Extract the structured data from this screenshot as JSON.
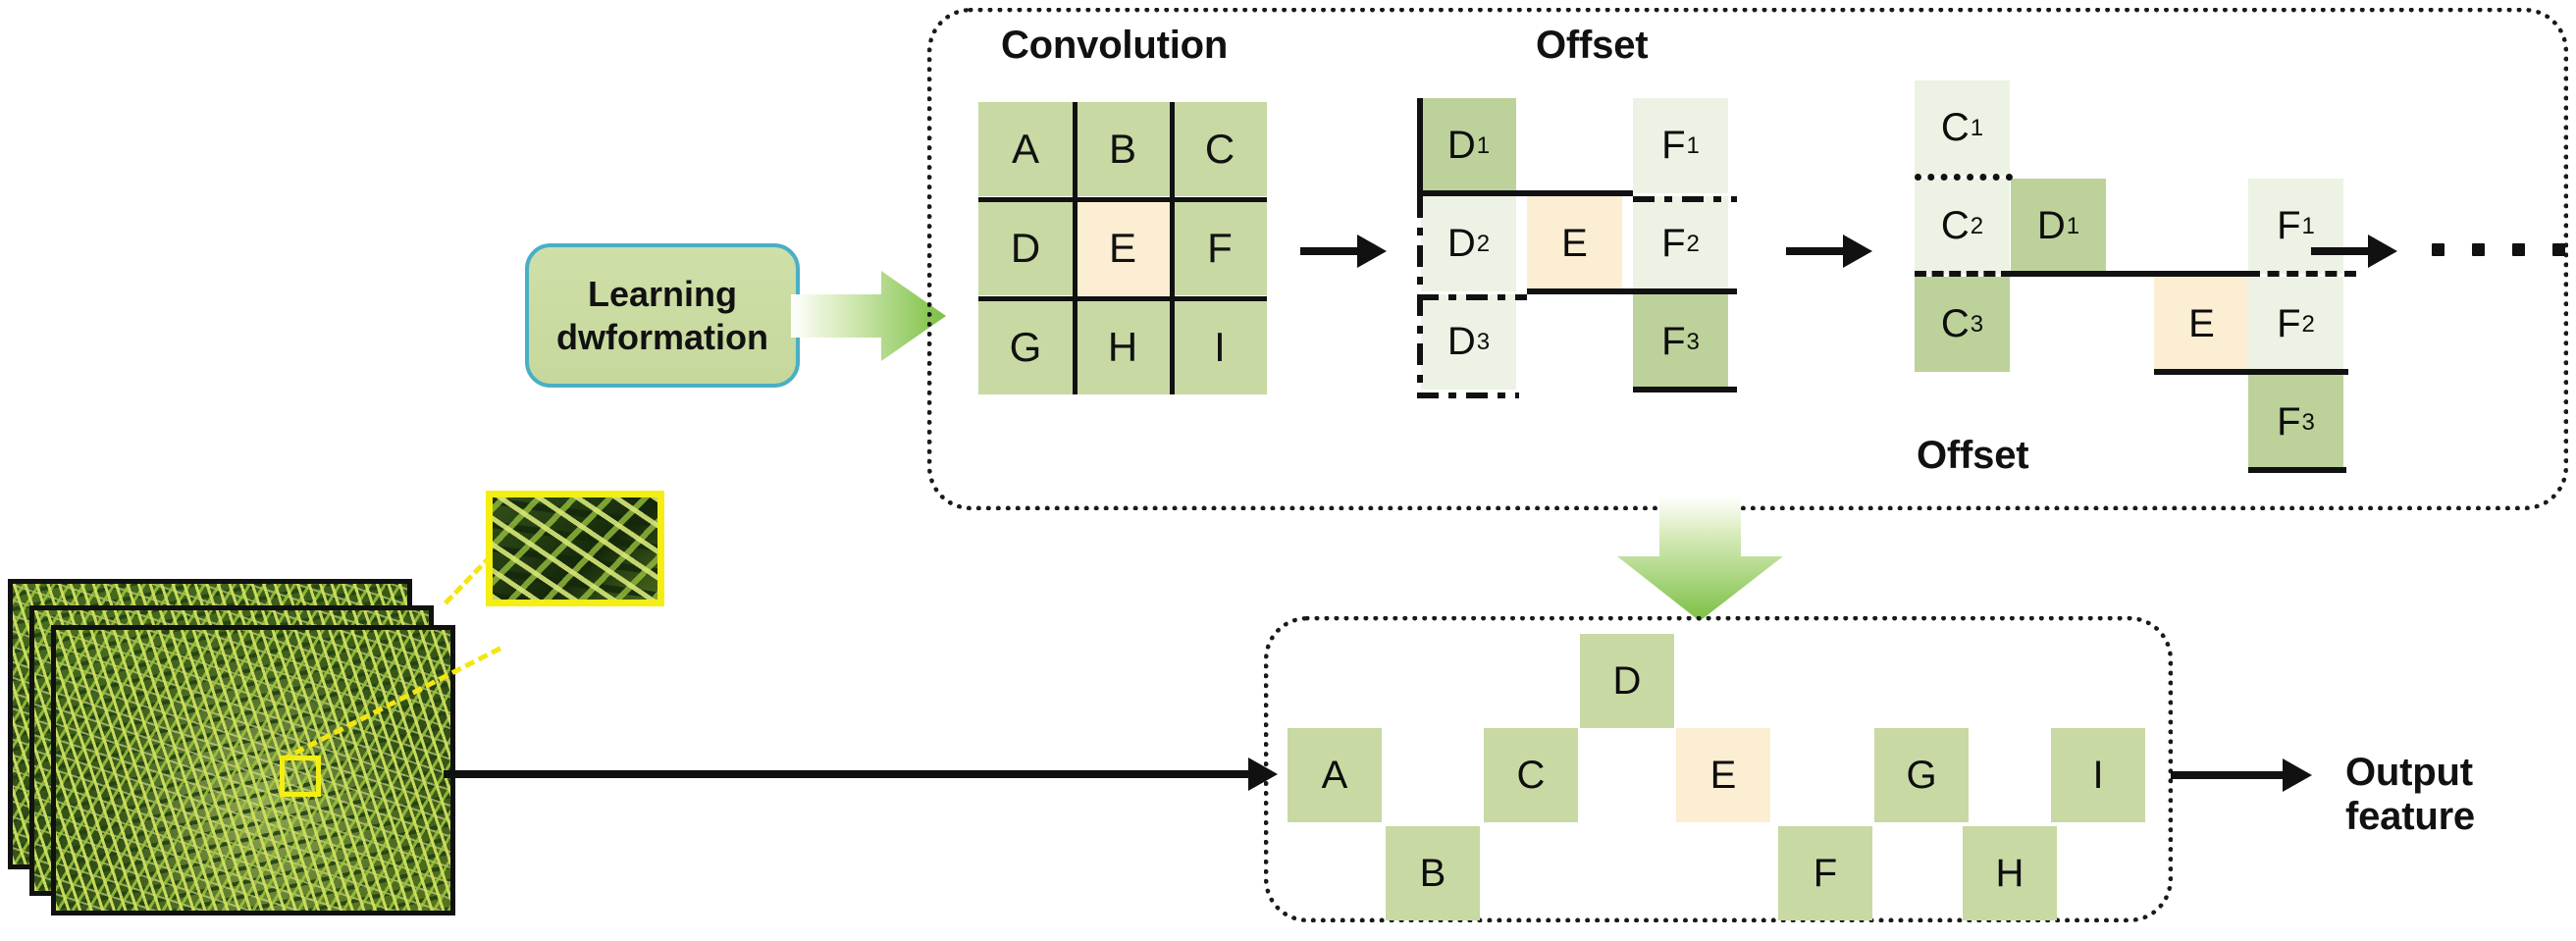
{
  "figure": {
    "title": "Deformable convolution learning diagram",
    "colors": {
      "cell_green_dark": "#bdd29a",
      "cell_green_mid": "#c8d9a4",
      "cell_green_light": "#e2ecd5",
      "cell_green_pale": "#edf3e4",
      "cell_cream": "#fbeed2",
      "accent_green_arrow": "#8cc63f",
      "box_border_blue": "#4aafc4",
      "roi_yellow": "#f4ee14",
      "line_black": "#111111"
    }
  },
  "learning_box": {
    "line1": "Learning",
    "line2": "dwformation"
  },
  "top_panel": {
    "headings": {
      "convolution": "Convolution",
      "offset_top": "Offset",
      "offset_bottom": "Offset"
    },
    "convolution_grid": {
      "rows": [
        [
          "A",
          "B",
          "C"
        ],
        [
          "D",
          "E",
          "F"
        ],
        [
          "G",
          "H",
          "I"
        ]
      ],
      "center_cell": "E"
    },
    "offset_step_1": {
      "cells": [
        {
          "label": "D",
          "sub": "1"
        },
        {
          "label": "F",
          "sub": "1"
        },
        {
          "label": "D",
          "sub": "2"
        },
        {
          "label": "E",
          "sub": ""
        },
        {
          "label": "F",
          "sub": "2"
        },
        {
          "label": "D",
          "sub": "3"
        },
        {
          "label": "F",
          "sub": "3"
        }
      ]
    },
    "offset_step_2": {
      "cells": [
        {
          "label": "C",
          "sub": "1"
        },
        {
          "label": "C",
          "sub": "2"
        },
        {
          "label": "D",
          "sub": "1"
        },
        {
          "label": "F",
          "sub": "1"
        },
        {
          "label": "C",
          "sub": "3"
        },
        {
          "label": "E",
          "sub": ""
        },
        {
          "label": "F",
          "sub": "2"
        },
        {
          "label": "F",
          "sub": "3"
        }
      ]
    },
    "continuation_dots": 5
  },
  "bottom_panel": {
    "cells": [
      "A",
      "B",
      "C",
      "D",
      "E",
      "F",
      "G",
      "H",
      "I"
    ],
    "highlight_cell": "E"
  },
  "output_label": "Output feature",
  "input_stack": {
    "layers": 3,
    "roi_label": ""
  }
}
